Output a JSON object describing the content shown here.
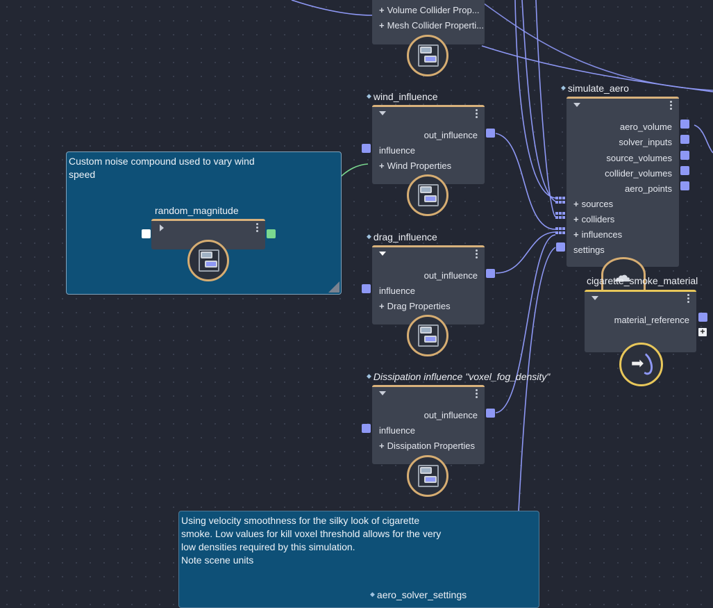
{
  "backdrops": {
    "noise_note": "Custom noise compound used to vary wind speed",
    "solver_note": "Using velocity smoothness for the silky look of cigarette smoke.  Low values for kill voxel threshold allows for the very low densities required by this simulation.\nNote scene units"
  },
  "nodes": {
    "colliders_compound": {
      "rows": [
        "Volume Collider Prop...",
        "Mesh Collider Properti..."
      ]
    },
    "random_magnitude": {
      "title": "random_magnitude"
    },
    "wind_influence": {
      "title": "wind_influence",
      "output": "out_influence",
      "input": "influence",
      "group": "Wind Properties"
    },
    "drag_influence": {
      "title": "drag_influence",
      "output": "out_influence",
      "input": "influence",
      "group": "Drag Properties"
    },
    "dissipation_influence": {
      "title": "Dissipation influence \"voxel_fog_density\"",
      "output": "out_influence",
      "input": "influence",
      "group": "Dissipation Properties"
    },
    "simulate_aero": {
      "title": "simulate_aero",
      "outputs": [
        "aero_volume",
        "solver_inputs",
        "source_volumes",
        "collider_volumes",
        "aero_points"
      ],
      "inputs": [
        "sources",
        "colliders",
        "influences",
        "settings"
      ]
    },
    "cigarette_smoke_material": {
      "title": "cigarette_smoke_material",
      "output": "material_reference"
    },
    "aero_solver_settings": {
      "title": "aero_solver_settings"
    }
  },
  "icons": {
    "compound": "compound-icon",
    "expand": "triangle-down-icon",
    "menu": "kebab-menu-icon",
    "pin": "diamond-pin-icon",
    "terminal": "arrow-right-icon",
    "cloud": "cloud-icon"
  },
  "colors": {
    "canvas": "#232733",
    "backdrop": "#0e5077",
    "node_body": "#3d4350",
    "node_accent": "#d9b27c",
    "terminal_accent": "#e8c75a",
    "port": "#8e98f5",
    "port_active": "#7ad88f",
    "wire": "#8e98f5",
    "wire_active": "#7ad88f"
  }
}
